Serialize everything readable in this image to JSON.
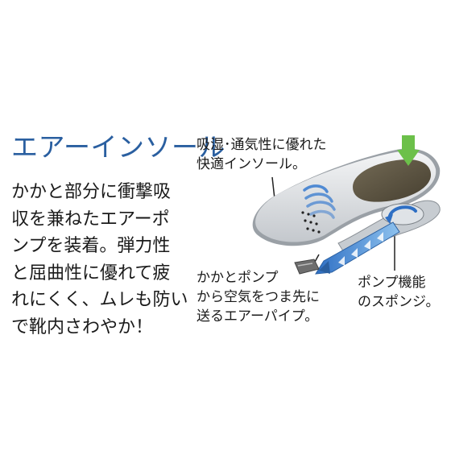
{
  "title": "エアーインソール",
  "description": [
    "かかと部分に衝撃吸",
    "収を兼ねたエアーポ",
    "ンプを装着。弾力性",
    "と屈曲性に優れて疲",
    "れにくく、ムレも防い",
    "で靴内さわやか！"
  ],
  "labels": {
    "absorb": [
      "吸湿･通気性に優れた",
      "快適インソール。"
    ],
    "pipe": [
      "かかとポンプ",
      "から空気をつま先に",
      "送るエアーパイプ。"
    ],
    "sponge": [
      "ポンプ機能",
      "のスポンジ。"
    ]
  },
  "colors": {
    "title": "#2a5fa0",
    "arrow_down": "#6cc04a",
    "flow": "#3f7fd0",
    "heel_pad": "#5a5342"
  }
}
